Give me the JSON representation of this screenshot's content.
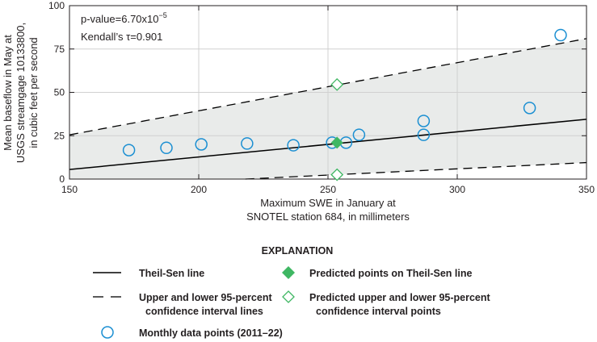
{
  "chart_data": {
    "type": "scatter",
    "xlabel": [
      "Maximum SWE in January at",
      "SNOTEL station 684, in millimeters"
    ],
    "ylabel": [
      "Mean baseflow in May at",
      "USGS streamgage 10133800,",
      "in cubic feet per second"
    ],
    "xlim": [
      150,
      350
    ],
    "ylim": [
      0,
      100
    ],
    "xticks": [
      150,
      200,
      250,
      300,
      350
    ],
    "yticks": [
      0,
      25,
      50,
      75,
      100
    ],
    "grid": true,
    "annotation": {
      "pvalue_base": "p-value=6.70x10",
      "pvalue_exp": "−5",
      "kendall": "Kendall’s τ=0.901"
    },
    "points": [
      {
        "x": 173,
        "y": 16.7
      },
      {
        "x": 187.5,
        "y": 18
      },
      {
        "x": 201,
        "y": 20
      },
      {
        "x": 218.7,
        "y": 20.5
      },
      {
        "x": 236.6,
        "y": 19.5
      },
      {
        "x": 251.6,
        "y": 21
      },
      {
        "x": 257,
        "y": 21
      },
      {
        "x": 262,
        "y": 25.5
      },
      {
        "x": 287,
        "y": 33.5
      },
      {
        "x": 287,
        "y": 25.5
      },
      {
        "x": 328,
        "y": 41
      },
      {
        "x": 340,
        "y": 83
      }
    ],
    "theil_sen": {
      "x": [
        150,
        350
      ],
      "y": [
        5.5,
        34.5
      ]
    },
    "upper_ci": {
      "x": [
        150,
        350
      ],
      "y": [
        25.5,
        81
      ]
    },
    "lower_ci": {
      "x": [
        150,
        350
      ],
      "y": [
        -4.9,
        9.5
      ]
    },
    "predicted": {
      "x": 253.5,
      "y": 21
    },
    "predicted_ci": [
      {
        "x": 253.5,
        "y": 54.5
      },
      {
        "x": 253.5,
        "y": 2.5
      }
    ],
    "colors": {
      "points": "#1b8fd2",
      "predicted": "#3fb763",
      "band": "#e9ebea"
    },
    "legend": {
      "title": "EXPLANATION",
      "items": {
        "theil": [
          "Theil-Sen line"
        ],
        "ci": [
          "Upper and lower 95-percent",
          "confidence interval lines"
        ],
        "points": [
          "Monthly data points (2011–22)"
        ],
        "pred": [
          "Predicted points on Theil-Sen line"
        ],
        "predci": [
          "Predicted upper and lower 95-percent",
          "confidence interval points"
        ]
      }
    }
  }
}
